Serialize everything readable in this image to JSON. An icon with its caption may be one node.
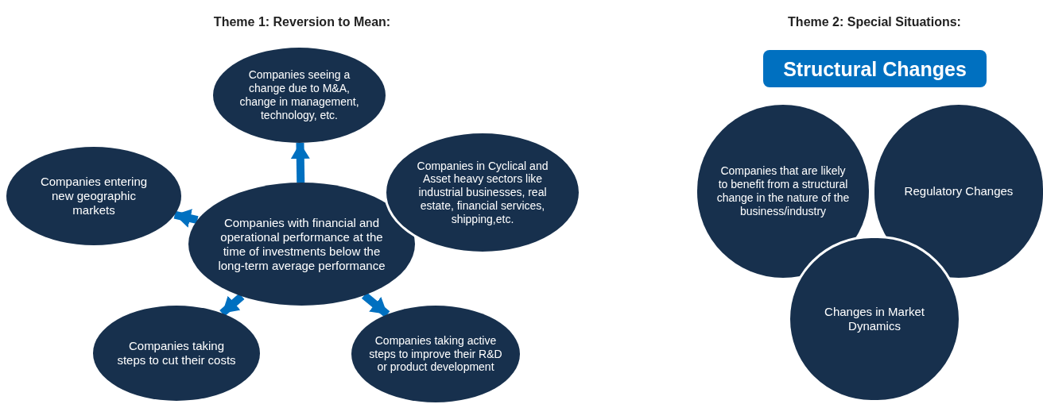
{
  "diagram": {
    "nodes": [
      {
        "text": [
          "Companies with financial and operational performance at the time of investments below the long-term average performance"
        ]
      },
      {
        "text": [
          "Companies seeing a change due to M&A, change in management, technology, etc."
        ]
      },
      {
        "text": [
          "Companies in Cyclical and Asset heavy sectors like industrial businesses, real estate, financial services, shipping,etc."
        ]
      },
      {
        "text": [
          "Companies entering new geographic markets"
        ]
      },
      {
        "text": [
          "Companies taking steps to cut their costs"
        ]
      },
      {
        "text": [
          "Companies taking active steps to improve their R&D or product development"
        ]
      },
      {
        "text": [
          "Structural Changes"
        ]
      },
      {
        "text": [
          "Companies that are likely to benefit from a structural change in the nature of the business/industry"
        ]
      },
      {
        "text": [
          "Regulatory Changes"
        ]
      },
      {
        "text": [
          "Changes in Market Dynamics"
        ]
      }
    ],
    "edges": [
      {
        "from": 0,
        "to": 1,
        "arrow": "to"
      },
      {
        "from": 0,
        "to": 3,
        "arrow": "to"
      },
      {
        "from": 0,
        "to": 4,
        "arrow": "to"
      },
      {
        "from": 0,
        "to": 5,
        "arrow": "to"
      }
    ],
    "labels": [
      "Theme 1: Reversion to Mean:",
      "Theme 2: Special Situations:"
    ]
  }
}
